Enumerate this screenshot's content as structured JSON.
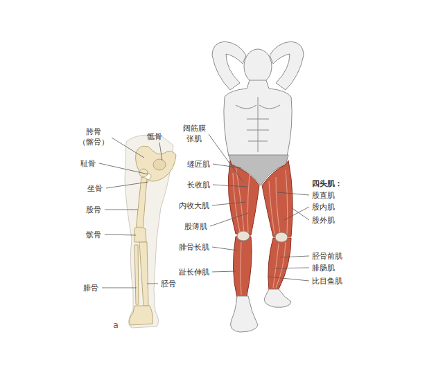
{
  "diagram": {
    "labels": [
      "胯骨 （髂骨）",
      "骶骨",
      "耻骨",
      "坐骨",
      "股骨",
      "髌骨",
      "腓骨",
      "胫骨",
      "a",
      "阔筋膜 张肌",
      "缝匠肌",
      "长收肌",
      "内收大肌",
      "股薄肌",
      "腓骨长肌",
      "趾长伸肌",
      "四头肌：",
      "股直肌",
      "股内肌",
      "股外肌",
      "胫骨前肌",
      "腓肠肌",
      "比目鱼肌"
    ]
  }
}
